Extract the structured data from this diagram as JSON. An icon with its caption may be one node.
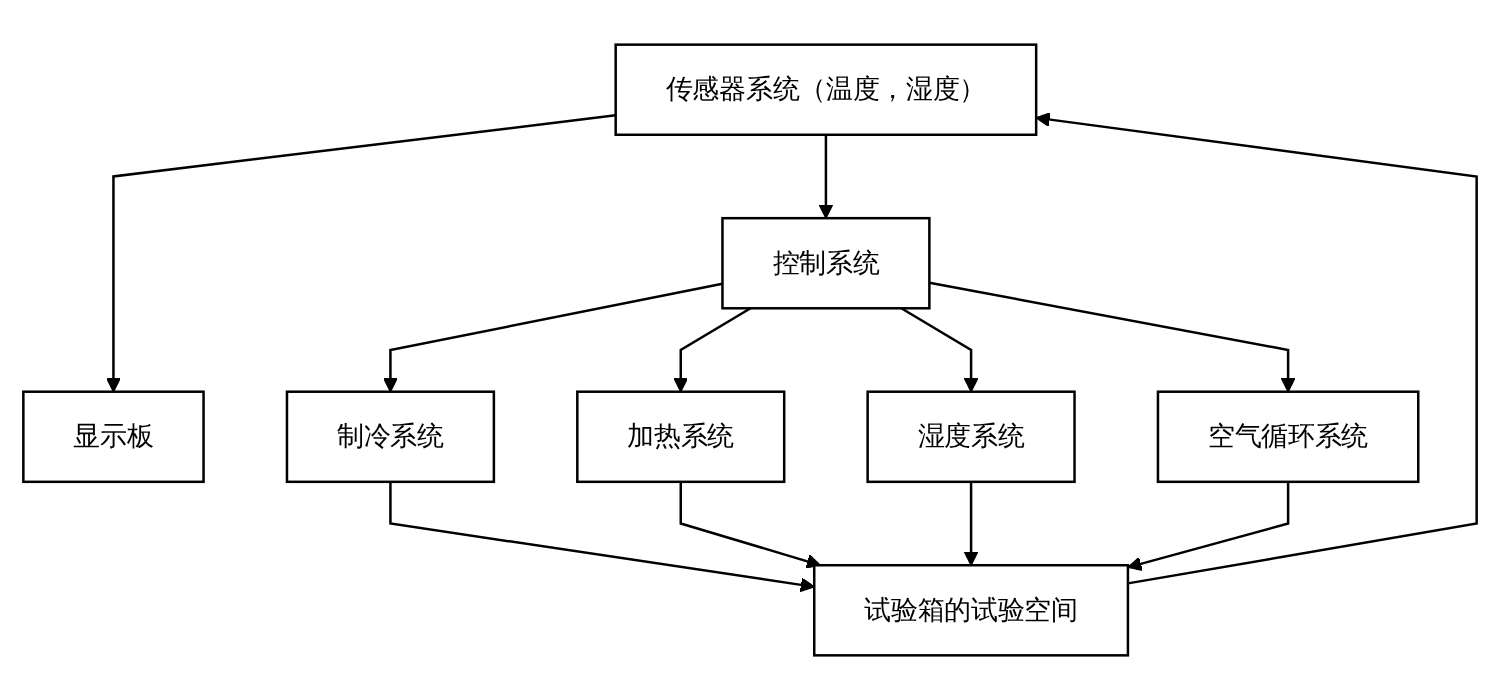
{
  "diagram": {
    "nodes": [
      {
        "text": [
          "显示板"
        ]
      },
      {
        "text": [
          "传感器系统（温度，湿度）"
        ]
      },
      {
        "text": [
          "控制系统"
        ]
      },
      {
        "text": [
          "空气循环系统"
        ]
      },
      {
        "text": [
          "制冷系统"
        ]
      },
      {
        "text": [
          "加热系统"
        ]
      },
      {
        "text": [
          "湿度系统"
        ]
      },
      {
        "text": [
          "试验箱的试验空间"
        ]
      }
    ],
    "edges": [
      {
        "from": 1,
        "to": 0,
        "arrow": "to"
      },
      {
        "from": 1,
        "to": 2,
        "arrow": "to"
      },
      {
        "from": 2,
        "to": 3,
        "arrow": "to"
      },
      {
        "from": 2,
        "to": 4,
        "arrow": "to"
      },
      {
        "from": 2,
        "to": 5,
        "arrow": "to"
      },
      {
        "from": 2,
        "to": 6,
        "arrow": "to"
      },
      {
        "from": 4,
        "to": 7,
        "arrow": "to"
      },
      {
        "from": 5,
        "to": 7,
        "arrow": "to"
      },
      {
        "from": 6,
        "to": 7,
        "arrow": "to"
      },
      {
        "from": 3,
        "to": 7,
        "arrow": "to"
      },
      {
        "from": 7,
        "to": 1,
        "arrow": "to"
      }
    ]
  }
}
